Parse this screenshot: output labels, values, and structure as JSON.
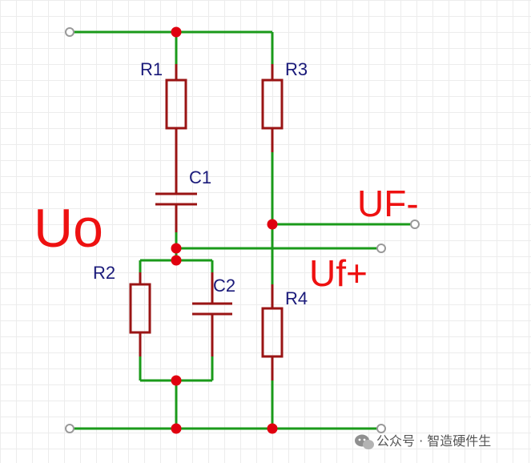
{
  "labels": {
    "R1": "R1",
    "R2": "R2",
    "R3": "R3",
    "R4": "R4",
    "C1": "C1",
    "C2": "C2",
    "Uo": "Uo",
    "UF_minus": "UF-",
    "Uf_plus": "Uf+"
  },
  "watermark": "公众号 · 智造硬件生",
  "colors": {
    "wire": "#1a9a1a",
    "component": "#9a1414",
    "junction": "#e0000f",
    "big_label": "#ee1111",
    "small_label": "#1a1a7a"
  }
}
